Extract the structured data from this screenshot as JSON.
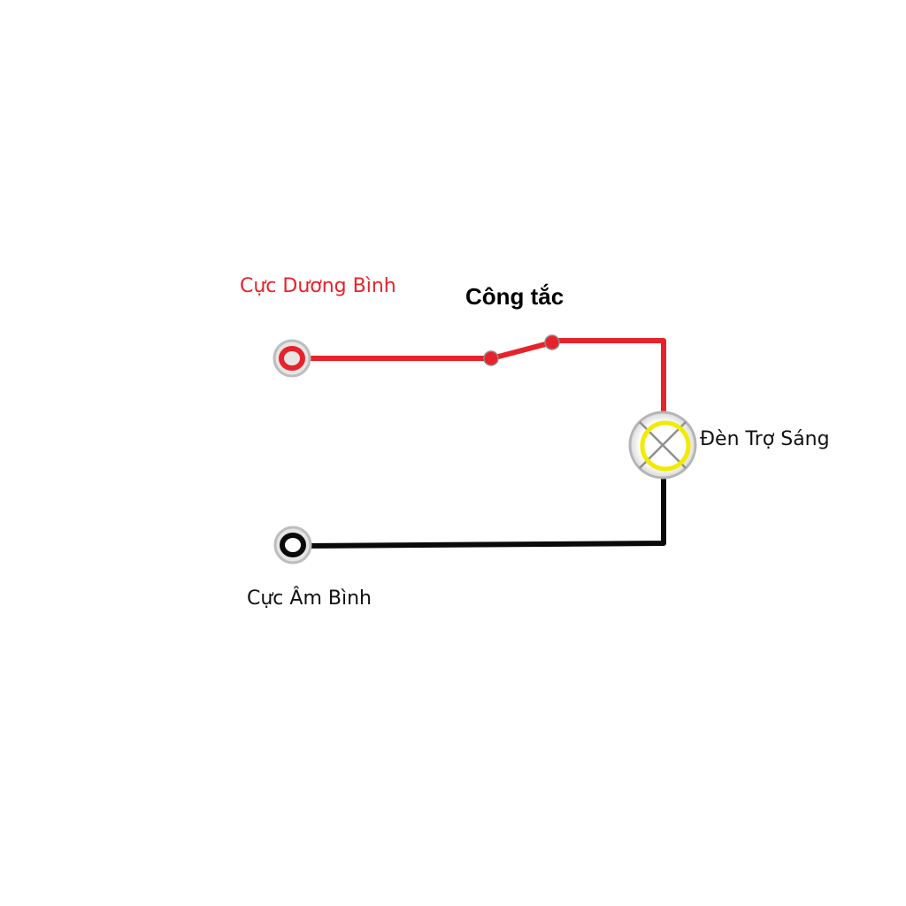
{
  "labels": {
    "positive_terminal": "Cực Dương Bình",
    "switch": "Công tắc",
    "lamp": "Đèn Trợ Sáng",
    "negative_terminal": "Cực Âm Bình"
  },
  "colors": {
    "positive_wire": "#e8222a",
    "negative_wire": "#0a0a0a",
    "lamp_filament": "#f2ea00",
    "terminal_ring": "#bdbdbd",
    "switch_label": "#000000"
  }
}
